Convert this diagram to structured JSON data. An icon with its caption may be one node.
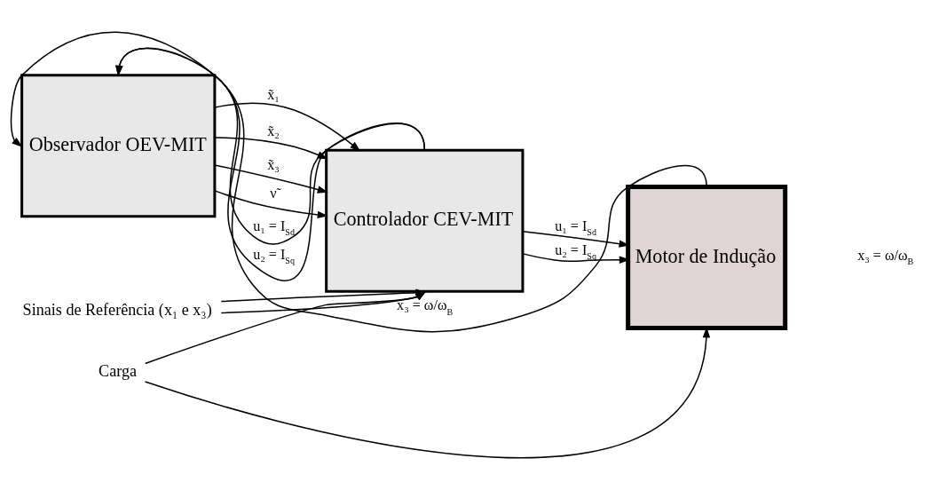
{
  "diagram": {
    "nodes": [
      {
        "text": [
          "Observador OEV-MIT"
        ]
      },
      {
        "text": [
          "Controlador CEV-MIT"
        ]
      },
      {
        "text": [
          "Motor de Indução"
        ]
      },
      {
        "text": [
          "Sinais de Referência (x₁ e x₃)"
        ]
      },
      {
        "text": [
          "Carga"
        ]
      }
    ],
    "edges": [
      {
        "from": 2,
        "to": 0,
        "arrow": "to",
        "label": "x₃ = ω/ω$_{B}$"
      },
      {
        "from": 1,
        "to": 0,
        "arrow": "to",
        "label": "u₁ = I$_{Sd}$"
      },
      {
        "from": 1,
        "to": 0,
        "arrow": "to",
        "label": "u₂ = I$_{Sq}$"
      },
      {
        "from": 0,
        "to": 1,
        "arrow": "to",
        "label": "x̃₁"
      },
      {
        "from": 0,
        "to": 1,
        "arrow": "to",
        "label": "x̃₂"
      },
      {
        "from": 0,
        "to": 1,
        "arrow": "to",
        "label": "x̃₃"
      },
      {
        "from": 0,
        "to": 1,
        "arrow": "to",
        "label": "ν̃"
      },
      {
        "from": 1,
        "to": 2,
        "arrow": "to",
        "label": "u₁ = I$_{Sd}$"
      },
      {
        "from": 1,
        "to": 2,
        "arrow": "to",
        "label": "u₂ = I$_{Sq}$"
      },
      {
        "from": 3,
        "to": 1,
        "arrow": "to"
      },
      {
        "from": 3,
        "to": 1,
        "arrow": "to"
      },
      {
        "from": 4,
        "to": 2,
        "arrow": "to"
      },
      {
        "from": 4,
        "to": 1,
        "arrow": "to"
      }
    ],
    "labels": [
      "x₃ = ω/ω$_{B}$"
    ]
  }
}
